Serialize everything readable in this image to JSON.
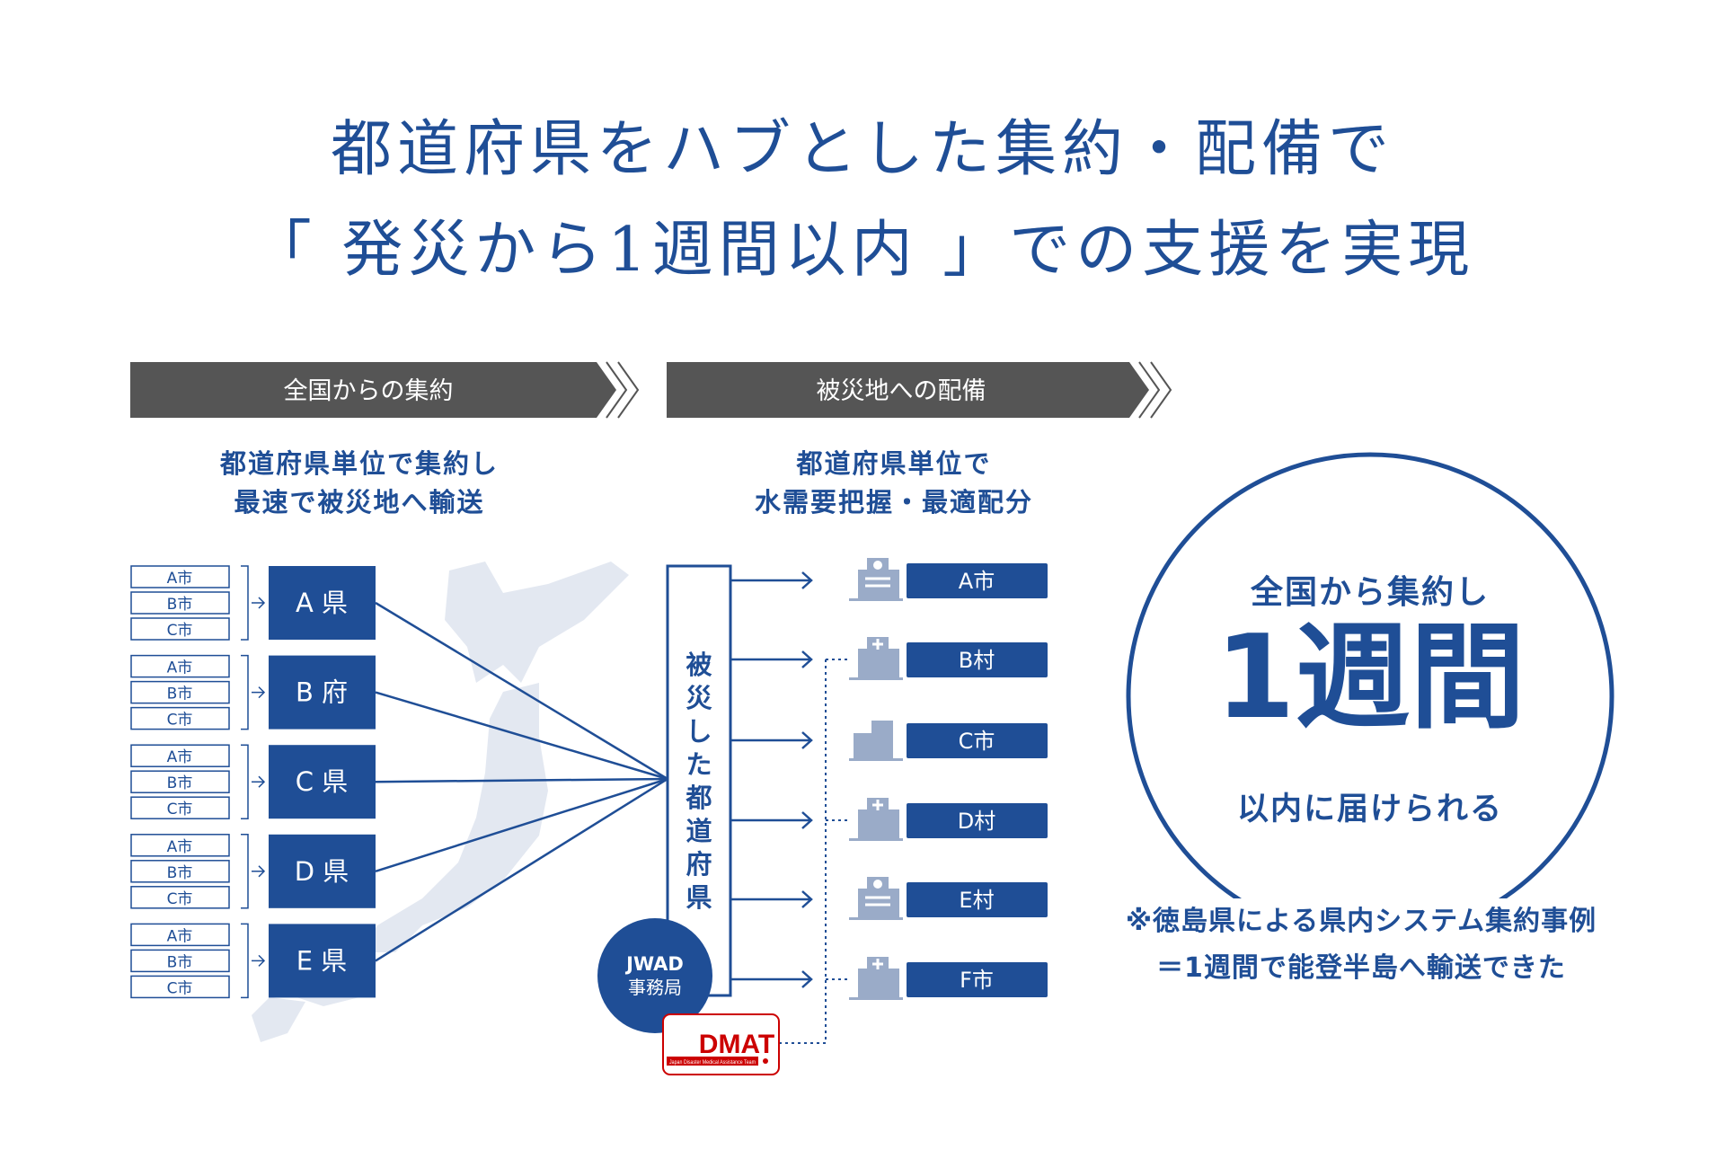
{
  "title": {
    "line1": "都道府県をハブとした集約・配備で",
    "line2": "「 発災から1週間以内 」での支援を実現"
  },
  "phases": [
    {
      "label": "全国からの集約",
      "desc1": "都道府県単位で集約し",
      "desc2": "最速で被災地へ輸送"
    },
    {
      "label": "被災地への配備",
      "desc1": "都道府県単位で",
      "desc2": "水需要把握・最適配分"
    }
  ],
  "prefectures": [
    {
      "label": "A 県",
      "cities": [
        "A市",
        "B市",
        "C市"
      ]
    },
    {
      "label": "B 府",
      "cities": [
        "A市",
        "B市",
        "C市"
      ]
    },
    {
      "label": "C 県",
      "cities": [
        "A市",
        "B市",
        "C市"
      ]
    },
    {
      "label": "D 県",
      "cities": [
        "A市",
        "B市",
        "C市"
      ]
    },
    {
      "label": "E 県",
      "cities": [
        "A市",
        "B市",
        "C市"
      ]
    }
  ],
  "hub": {
    "label": "被災した都道府県",
    "office": [
      "JWAD",
      "事務局"
    ],
    "dmat": "DMAT",
    "dmat_sub": "Japan Disaster Medical Assistance Team"
  },
  "destinations": [
    {
      "label": "A市",
      "icon": "clinic-icon",
      "dmat": false
    },
    {
      "label": "B村",
      "icon": "hospital-icon",
      "dmat": true
    },
    {
      "label": "C市",
      "icon": "office-building-icon",
      "dmat": false
    },
    {
      "label": "D村",
      "icon": "hospital-icon",
      "dmat": true
    },
    {
      "label": "E村",
      "icon": "clinic-icon",
      "dmat": false
    },
    {
      "label": "F市",
      "icon": "hospital-icon",
      "dmat": true
    }
  ],
  "highlight": {
    "line1": "全国から集約し",
    "big": "1週間",
    "line3": "以内に届けられる"
  },
  "note": {
    "line1": "※徳島県による県内システム集約事例",
    "line2": "＝1週間で能登半島へ輸送できた"
  },
  "colors": {
    "primary": "#1f4e96",
    "bar": "#555555",
    "icon": "#9aabc8",
    "map": "#e3e8f1",
    "dmat": "#cc0000"
  }
}
